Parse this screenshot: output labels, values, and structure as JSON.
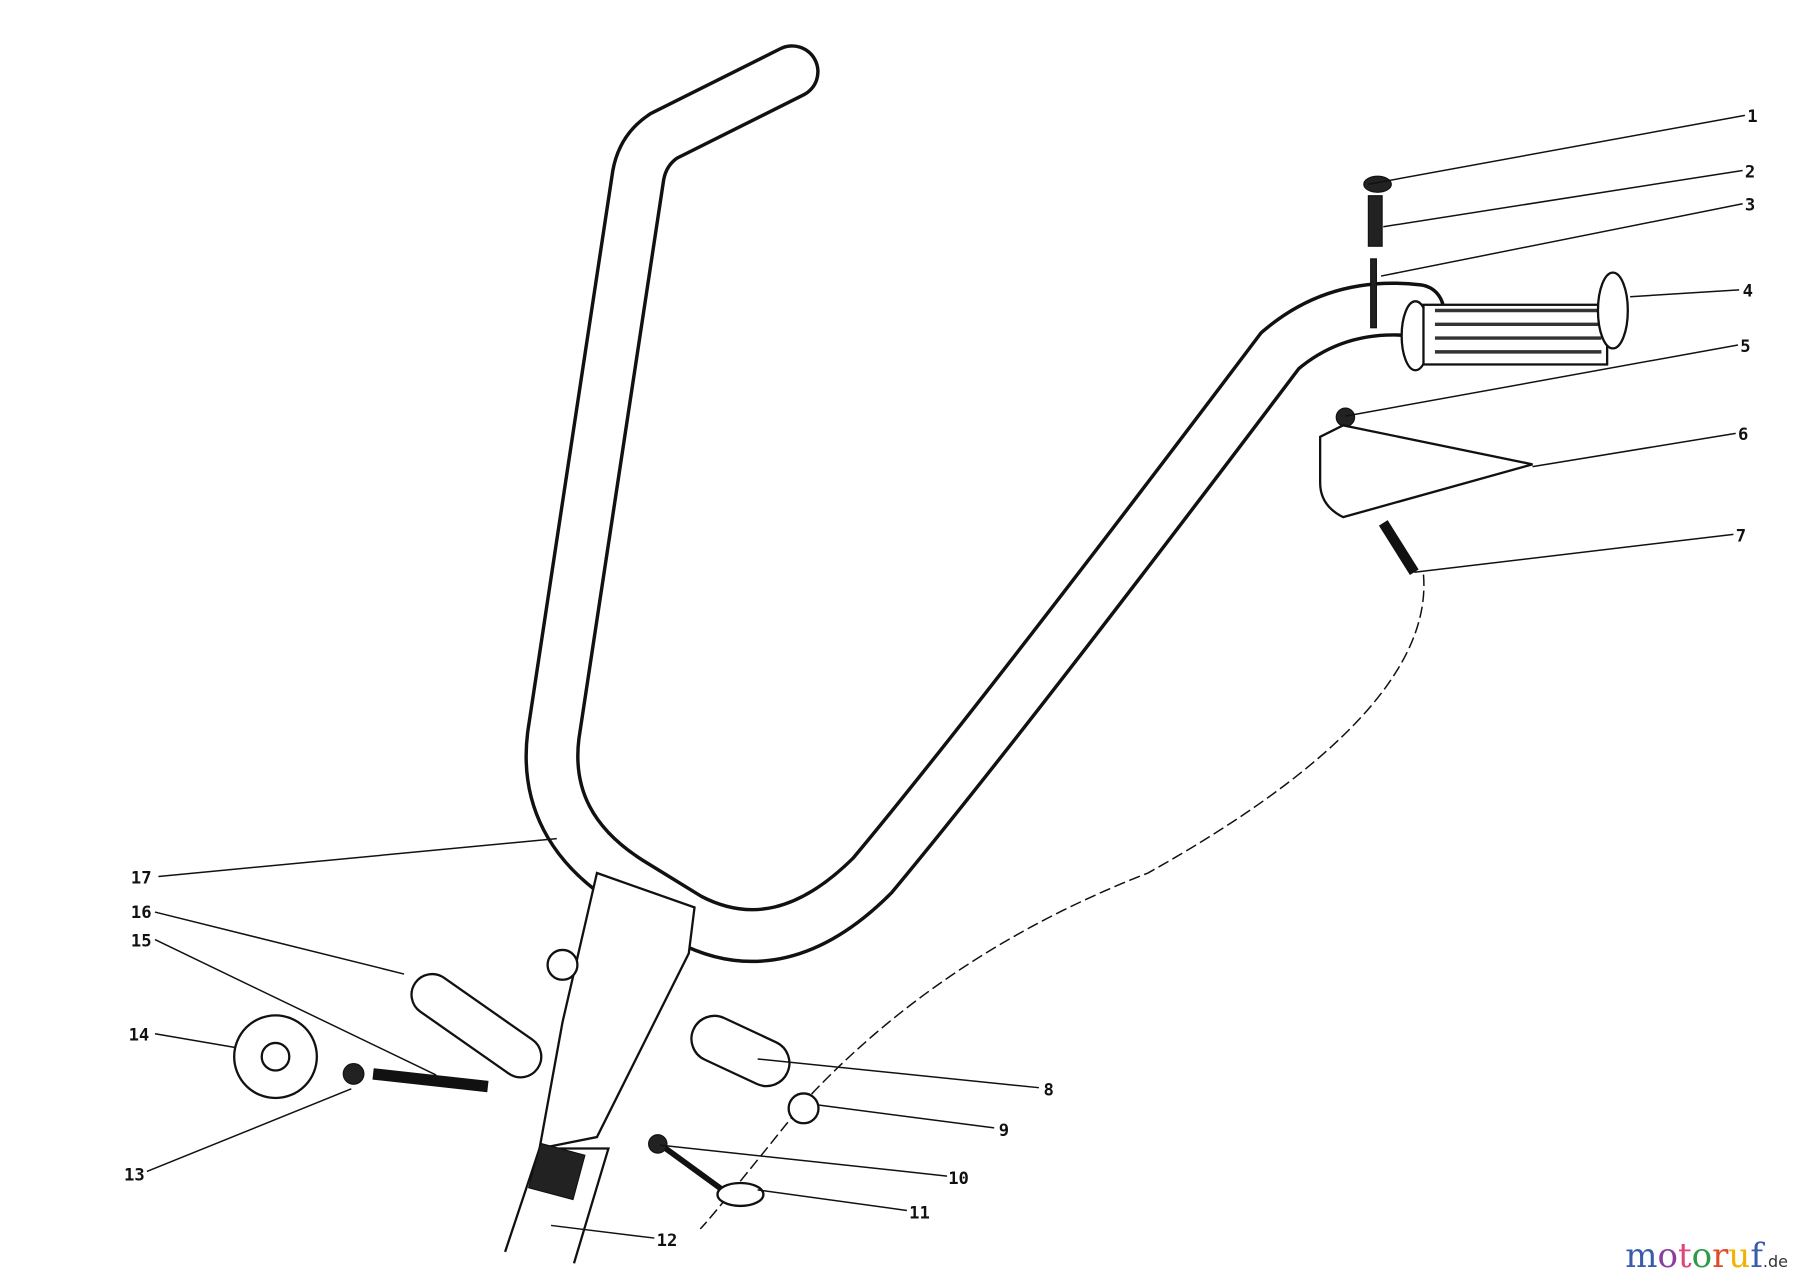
{
  "diagram": {
    "callouts": [
      {
        "label": "1",
        "part": "cap"
      },
      {
        "label": "2",
        "part": "spring"
      },
      {
        "label": "3",
        "part": "rod"
      },
      {
        "label": "4",
        "part": "grip"
      },
      {
        "label": "5",
        "part": "nut"
      },
      {
        "label": "6",
        "part": "bracket"
      },
      {
        "label": "7",
        "part": "bolt"
      },
      {
        "label": "8",
        "part": "spacer"
      },
      {
        "label": "9",
        "part": "retaining-ring"
      },
      {
        "label": "10",
        "part": "nut"
      },
      {
        "label": "11",
        "part": "eye-bolt"
      },
      {
        "label": "12",
        "part": "plate"
      },
      {
        "label": "13",
        "part": "washer"
      },
      {
        "label": "14",
        "part": "knob"
      },
      {
        "label": "15",
        "part": "threaded-rod"
      },
      {
        "label": "16",
        "part": "pin"
      },
      {
        "label": "17",
        "part": "handle"
      }
    ]
  },
  "watermark": {
    "brand": "motoruf",
    "suffix": ".de",
    "colors": [
      "#3b5bab",
      "#8a3fa0",
      "#e0457b",
      "#2e9b4a",
      "#e04a2a",
      "#f0b400"
    ]
  }
}
